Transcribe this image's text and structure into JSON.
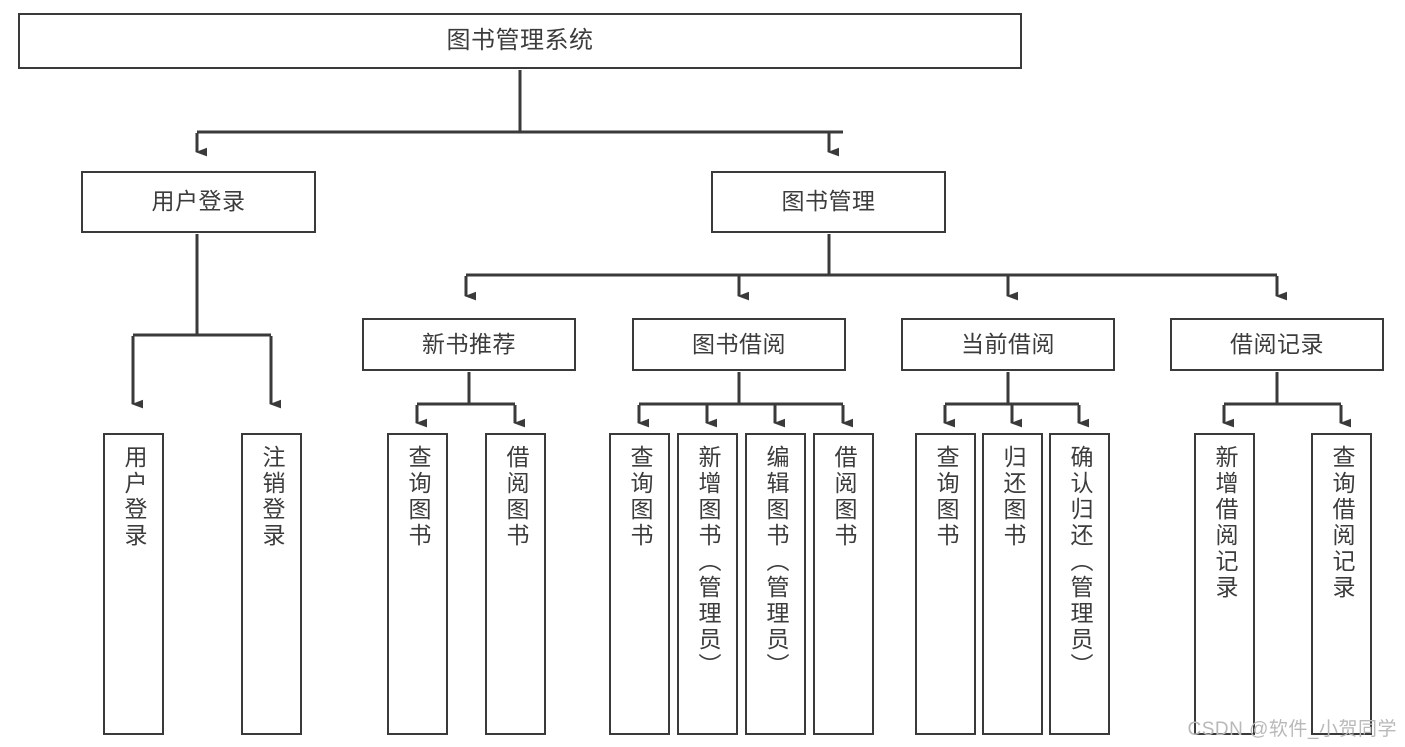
{
  "diagram": {
    "title": "图书管理系统",
    "type": "hierarchy-tree",
    "colors": {
      "background": "#ffffff",
      "box_border": "#3a3a3a",
      "box_fill": "#ffffff",
      "text": "#3c3c3c",
      "connector": "#3a3a3a",
      "watermark": "#b9b9b9"
    },
    "root": {
      "label": "图书管理系统"
    },
    "level2": [
      {
        "label": "用户登录"
      },
      {
        "label": "图书管理"
      }
    ],
    "level3": [
      {
        "label": "新书推荐"
      },
      {
        "label": "图书借阅"
      },
      {
        "label": "当前借阅"
      },
      {
        "label": "借阅记录"
      }
    ],
    "leaves_user_login": [
      {
        "label": "用户登录"
      },
      {
        "label": "注销登录"
      }
    ],
    "leaves_new_book": [
      {
        "label": "查询图书"
      },
      {
        "label": "借阅图书"
      }
    ],
    "leaves_borrow": [
      {
        "label": "查询图书"
      },
      {
        "label": "新增图书（管理员）"
      },
      {
        "label": "编辑图书（管理员）"
      },
      {
        "label": "借阅图书"
      }
    ],
    "leaves_current": [
      {
        "label": "查询图书"
      },
      {
        "label": "归还图书"
      },
      {
        "label": "确认归还（管理员）"
      }
    ],
    "leaves_record": [
      {
        "label": "新增借阅记录"
      },
      {
        "label": "查询借阅记录"
      }
    ]
  },
  "watermark": {
    "text": "CSDN @软件_小贺同学"
  }
}
